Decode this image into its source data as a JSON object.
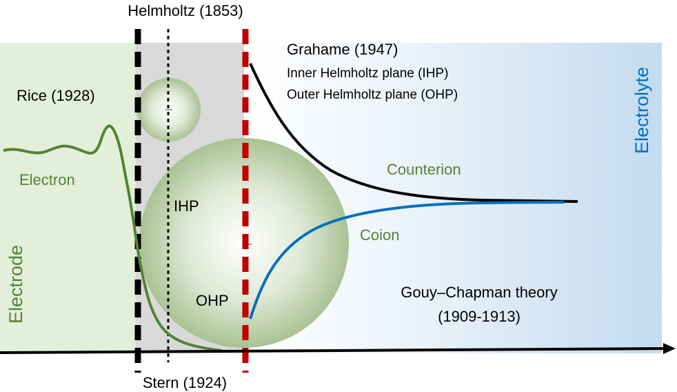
{
  "labels": {
    "helmholtz": "Helmholtz (1853)",
    "stern": "Stern (1924)",
    "grahame": "Grahame (1947)",
    "ihp_full": "Inner Helmholtz plane (IHP)",
    "ohp_full": "Outer Helmholtz plane (OHP)",
    "rice": "Rice (1928)",
    "electron": "Electron",
    "electrode": "Electrode",
    "electrolyte": "Electrolyte",
    "ihp": "IHP",
    "ohp": "OHP",
    "counterion": "Counterion",
    "coion": "Coion",
    "gouy_line1": "Gouy–Chapman theory",
    "gouy_line2": "(1909-1913)"
  },
  "colors": {
    "electrode_region": "#e2efd9",
    "stern_region": "#d9d9d9",
    "electrolyte_start": "#ffffff",
    "electrolyte_end": "#c3dbef",
    "green_text": "#548235",
    "electron_curve": "#548235",
    "counterion_curve": "#000000",
    "coion_curve": "#0070c0",
    "electrolyte_text": "#0070c0",
    "ohp_dash": "#c00000",
    "helmholtz_dash": "#000000",
    "axis": "#000000"
  }
}
